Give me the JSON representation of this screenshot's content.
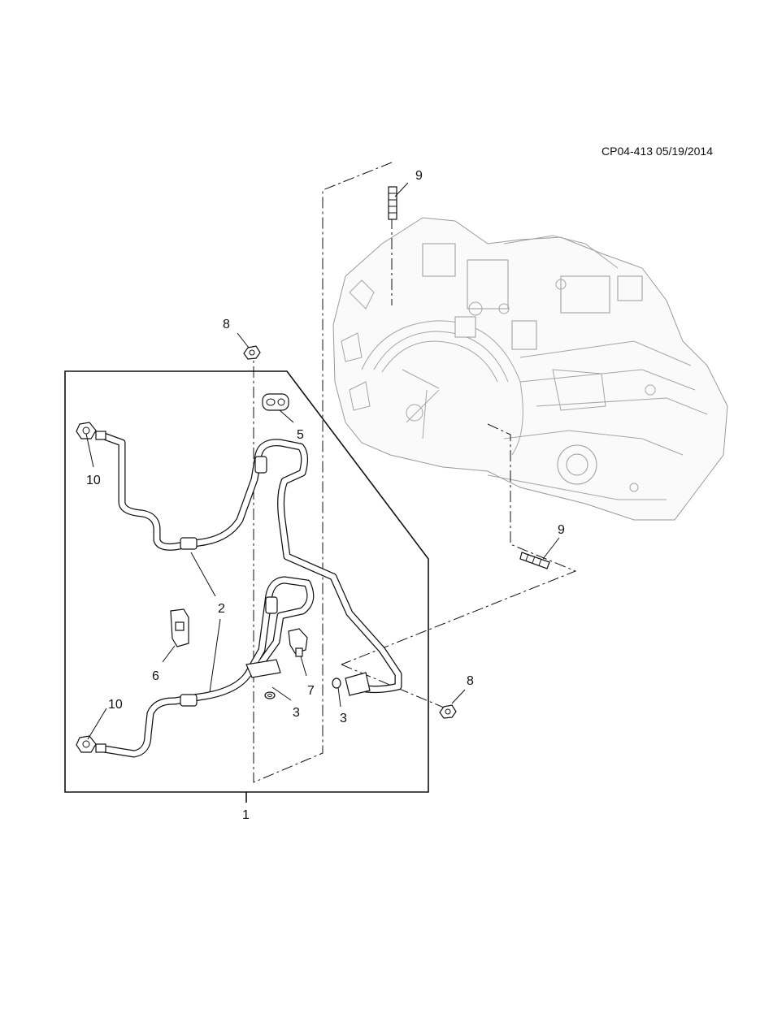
{
  "document_id": "CP04-413 05/19/2014",
  "callouts": {
    "c1": "1",
    "c2": "2",
    "c3a": "3",
    "c3b": "3",
    "c5": "5",
    "c6": "6",
    "c7": "7",
    "c8a": "8",
    "c8b": "8",
    "c9a": "9",
    "c9b": "9",
    "c10a": "10",
    "c10b": "10"
  }
}
